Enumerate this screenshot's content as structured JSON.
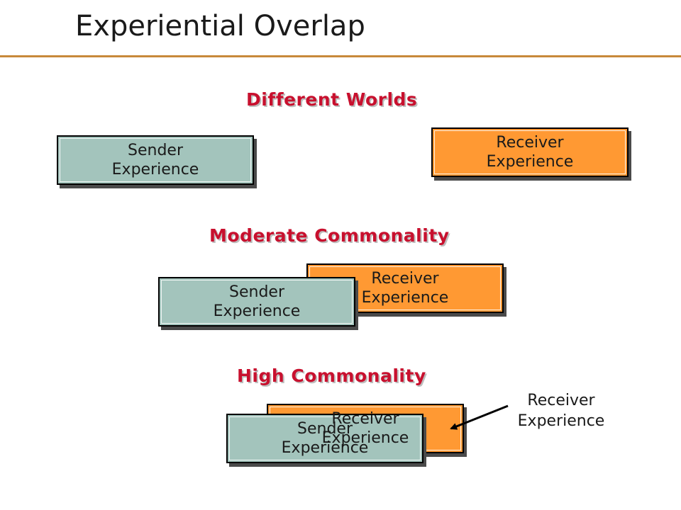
{
  "title": "Experiential Overlap",
  "colors": {
    "rule": "#c8893a",
    "heading": "#c8102e",
    "sender": "#a3c4bc",
    "receiver": "#ff9933"
  },
  "sections": [
    {
      "heading": "Different Worlds",
      "receiver": {
        "line1": "Receiver",
        "line2": "Experience"
      },
      "sender": {
        "line1": "Sender",
        "line2": "Experience"
      }
    },
    {
      "heading": "Moderate Commonality",
      "receiver": {
        "line1": "Receiver",
        "line2": "Experience"
      },
      "sender": {
        "line1": "Sender",
        "line2": "Experience"
      }
    },
    {
      "heading": "High Commonality",
      "receiver": {
        "line1": "Receiver",
        "line2": "Experience"
      },
      "sender": {
        "line1": "Sender",
        "line2": "Experience"
      }
    }
  ],
  "callout": {
    "line1": "Receiver",
    "line2": "Experience"
  }
}
